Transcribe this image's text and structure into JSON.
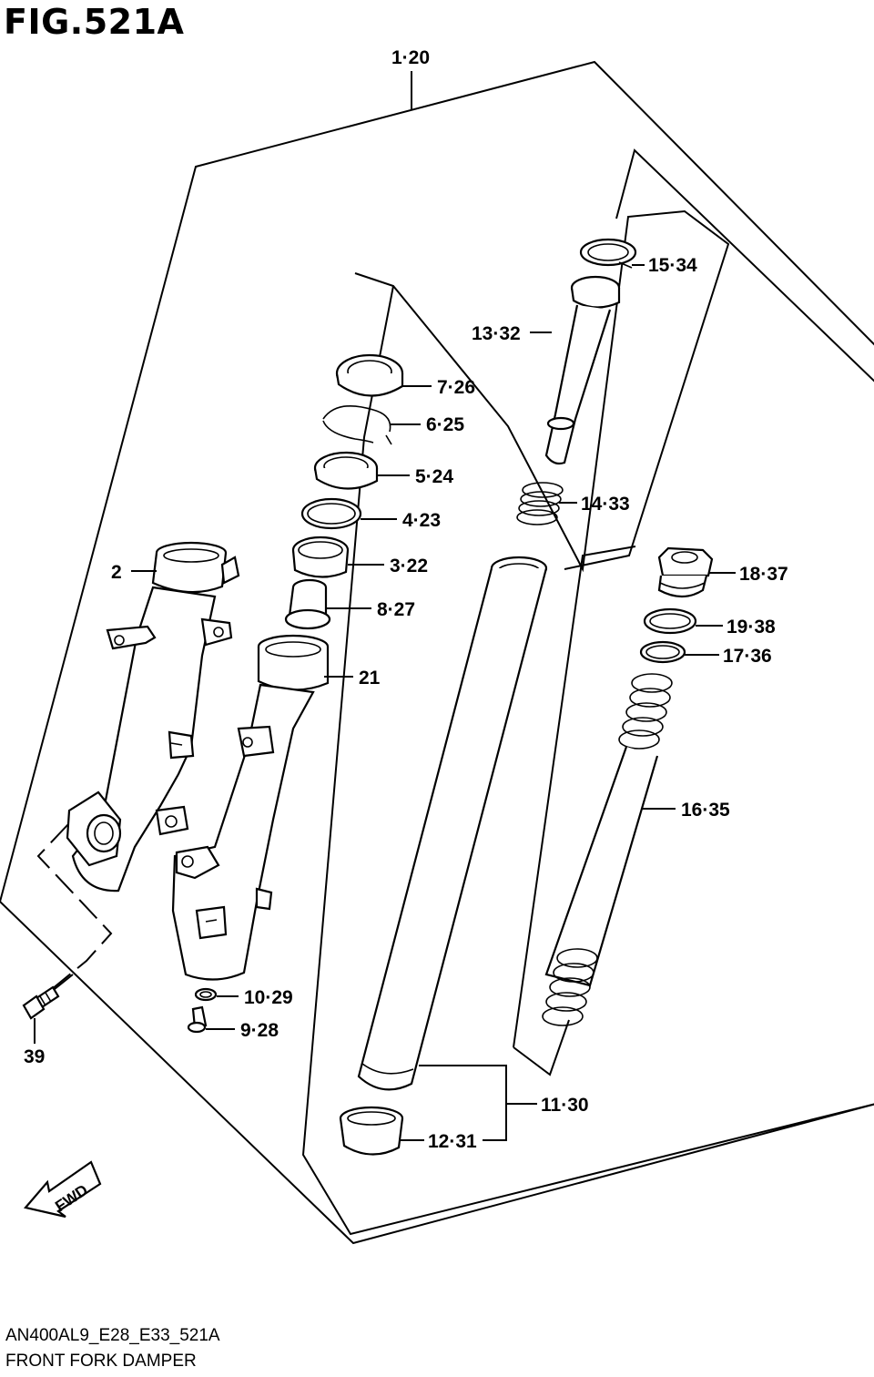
{
  "figure": {
    "title": "FIG.521A",
    "model_code": "AN400AL9_E28_E33_521A",
    "caption": "FRONT FORK DAMPER"
  },
  "callouts": [
    {
      "id": "c-1",
      "text": "1·20"
    },
    {
      "id": "c-2",
      "text": "2"
    },
    {
      "id": "c-3",
      "text": "3·22"
    },
    {
      "id": "c-4",
      "text": "4·23"
    },
    {
      "id": "c-5",
      "text": "5·24"
    },
    {
      "id": "c-6",
      "text": "6·25"
    },
    {
      "id": "c-7",
      "text": "7·26"
    },
    {
      "id": "c-8",
      "text": "8·27"
    },
    {
      "id": "c-9",
      "text": "9·28"
    },
    {
      "id": "c-10",
      "text": "10·29"
    },
    {
      "id": "c-11",
      "text": "11·30"
    },
    {
      "id": "c-12",
      "text": "12·31"
    },
    {
      "id": "c-13",
      "text": "13·32"
    },
    {
      "id": "c-14",
      "text": "14·33"
    },
    {
      "id": "c-15",
      "text": "15·34"
    },
    {
      "id": "c-16",
      "text": "16·35"
    },
    {
      "id": "c-17",
      "text": "17·36"
    },
    {
      "id": "c-18",
      "text": "18·37"
    },
    {
      "id": "c-19",
      "text": "19·38"
    },
    {
      "id": "c-21",
      "text": "21"
    },
    {
      "id": "c-39",
      "text": "39"
    }
  ],
  "fwd_arrow": {
    "text": "FWD",
    "icon": "fwd-arrow-icon"
  },
  "colors": {
    "ink": "#000000",
    "paper": "#ffffff"
  }
}
